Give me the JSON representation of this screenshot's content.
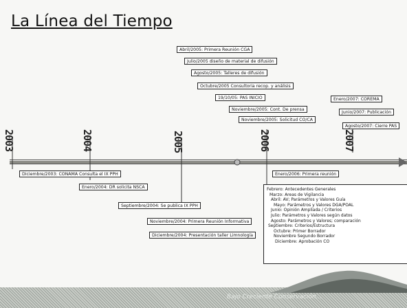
{
  "title": "La Línea del Tiempo",
  "years": [
    "2003",
    "2004",
    "2005",
    "2006",
    "2007"
  ],
  "upper_events": [
    "Abril/2005: Primera Reunión CGA",
    "Julio/2005 diseño de material de difusión",
    "Agosto/2005: Talleres de difusión",
    "Octubre/2005 Consultoria recop. y análisis",
    "19/10/05: PAS INICIO",
    "Noviembre/2005: Cont. De prensa",
    "Noviembre/2005: Solicitud CO/CA",
    "Enero/2007: COREMA",
    "Junio/2007: Publicación",
    "Agosto/2007: Cierre PAS"
  ],
  "lower_events": [
    "Diciembre/2003: CONAMA Consulta el IX PPH",
    "Enero/2004: DR solicita NSCA",
    "Septiembre/2004: Se publica IX PPH",
    "Noviembre/2004: Primera Reunión Informativa",
    "Diciembre/2004: Presentación taller Limnología",
    "Enero/2006: Primera reunión"
  ],
  "detail_2006": [
    "Febrero: Antecedentes Generales",
    "Marzo: Areas de Vigilancia",
    "Abril: AV; Parámetros y Valores Guía",
    "Mayo: Parámetros y Valores DGA/POAL",
    "Junio: Opinión Ampliada / Criterios",
    "Julio: Parámetros y Valores según datos",
    "Agosto: Parámetros y Valores; comparación",
    "Septiembre: Criterios/Estructura",
    "Octubre: Primer Borrador",
    "Noviembre Segundo Borrador",
    "Diciembre: Aprobación CO"
  ],
  "footer_text": "Bajo Creciente Conservación..."
}
